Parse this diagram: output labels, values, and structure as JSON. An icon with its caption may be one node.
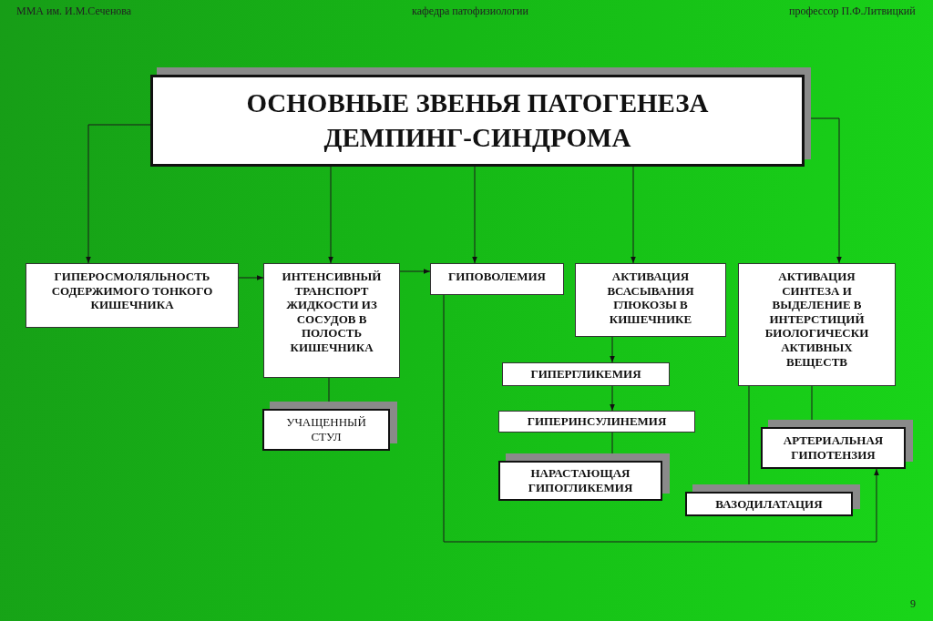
{
  "diagram": {
    "nodes": [
      {
        "text": [
          "ОСНОВНЫЕ ЗВЕНЬЯ ПАТОГЕНЕЗА ДЕМПИНГ-СИНДРОМА"
        ]
      },
      {
        "text": [
          "ГИПЕРОСМОЛЯЛЬНОСТЬ СОДЕРЖИМОГО ТОНКОГО КИШЕЧНИКА"
        ]
      },
      {
        "text": [
          "ИНТЕНСИВНЫЙ ТРАНСПОРТ ЖИДКОСТИ ИЗ СОСУДОВ В ПОЛОСТЬ КИШЕЧНИКА"
        ]
      },
      {
        "text": [
          "ГИПОВОЛЕМИЯ"
        ]
      },
      {
        "text": [
          "АКТИВАЦИЯ ВСАСЫВАНИЯ ГЛЮКОЗЫ В КИШЕЧНИКЕ"
        ]
      },
      {
        "text": [
          "АКТИВАЦИЯ СИНТЕЗА И ВЫДЕЛЕНИЕ В ИНТЕРСТИЦИЙ БИОЛОГИЧЕСКИ АКТИВНЫХ ВЕЩЕСТВ"
        ]
      },
      {
        "text": [
          "УЧАЩЕННЫЙ СТУЛ"
        ]
      },
      {
        "text": [
          "ГИПЕРГЛИКЕМИЯ"
        ]
      },
      {
        "text": [
          "ГИПЕРИНСУЛИНЕМИЯ"
        ]
      },
      {
        "text": [
          "НАРАСТАЮЩАЯ ГИПОГЛИКЕМИЯ"
        ]
      },
      {
        "text": [
          "АРТЕРИАЛЬНАЯ ГИПОТЕНЗИЯ"
        ]
      },
      {
        "text": [
          "ВАЗОДИЛАТАЦИЯ"
        ]
      }
    ],
    "edges": [
      {
        "from": 0,
        "to": 1,
        "arrow": "to"
      },
      {
        "from": 0,
        "to": 2,
        "arrow": "to"
      },
      {
        "from": 0,
        "to": 3,
        "arrow": "to"
      },
      {
        "from": 0,
        "to": 4,
        "arrow": "to"
      },
      {
        "from": 0,
        "to": 5,
        "arrow": "to"
      },
      {
        "from": 1,
        "to": 2,
        "arrow": "to"
      },
      {
        "from": 2,
        "to": 3,
        "arrow": "to"
      },
      {
        "from": 2,
        "to": 6,
        "arrow": "to"
      },
      {
        "from": 4,
        "to": 7,
        "arrow": "to"
      },
      {
        "from": 7,
        "to": 8,
        "arrow": "to"
      },
      {
        "from": 8,
        "to": 9,
        "arrow": "to"
      },
      {
        "from": 5,
        "to": 11,
        "arrow": "to"
      },
      {
        "from": 5,
        "to": 10,
        "arrow": "to"
      },
      {
        "from": 3,
        "to": 10,
        "arrow": "to"
      }
    ],
    "labels": [
      "ММА им. И.М.Сеченова",
      "кафедра патофизиологии",
      "профессор П.Ф.Литвицкий",
      "9"
    ]
  }
}
